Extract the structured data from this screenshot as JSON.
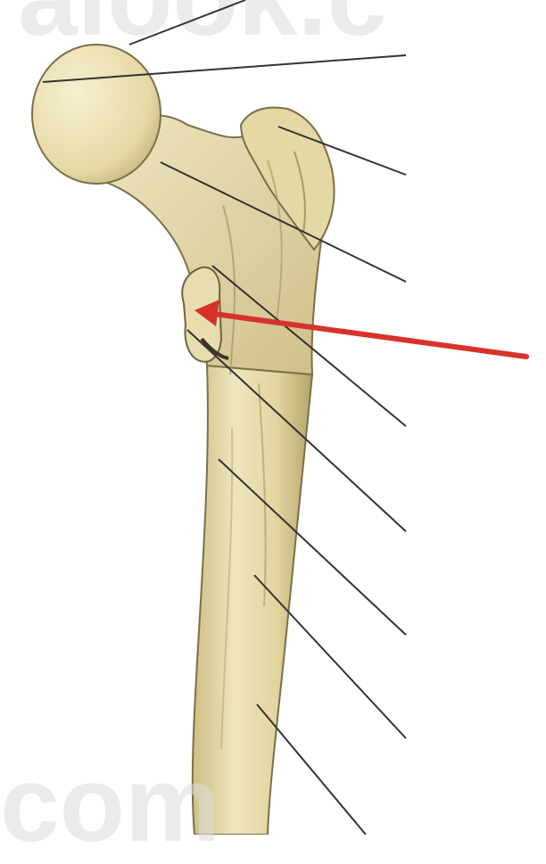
{
  "figure": {
    "subject": "femur-proximal-anterior-view",
    "watermark_top": "alook.c",
    "watermark_bottom": "com",
    "colors": {
      "bone_light": "#f0e6bf",
      "bone_mid": "#ddd09a",
      "bone_shadow": "#a39660",
      "bone_outline": "#6d6442",
      "leader_line": "#333333",
      "arrow": "#d8322a",
      "watermark": "#dcdcdc"
    },
    "label_count": 9
  }
}
